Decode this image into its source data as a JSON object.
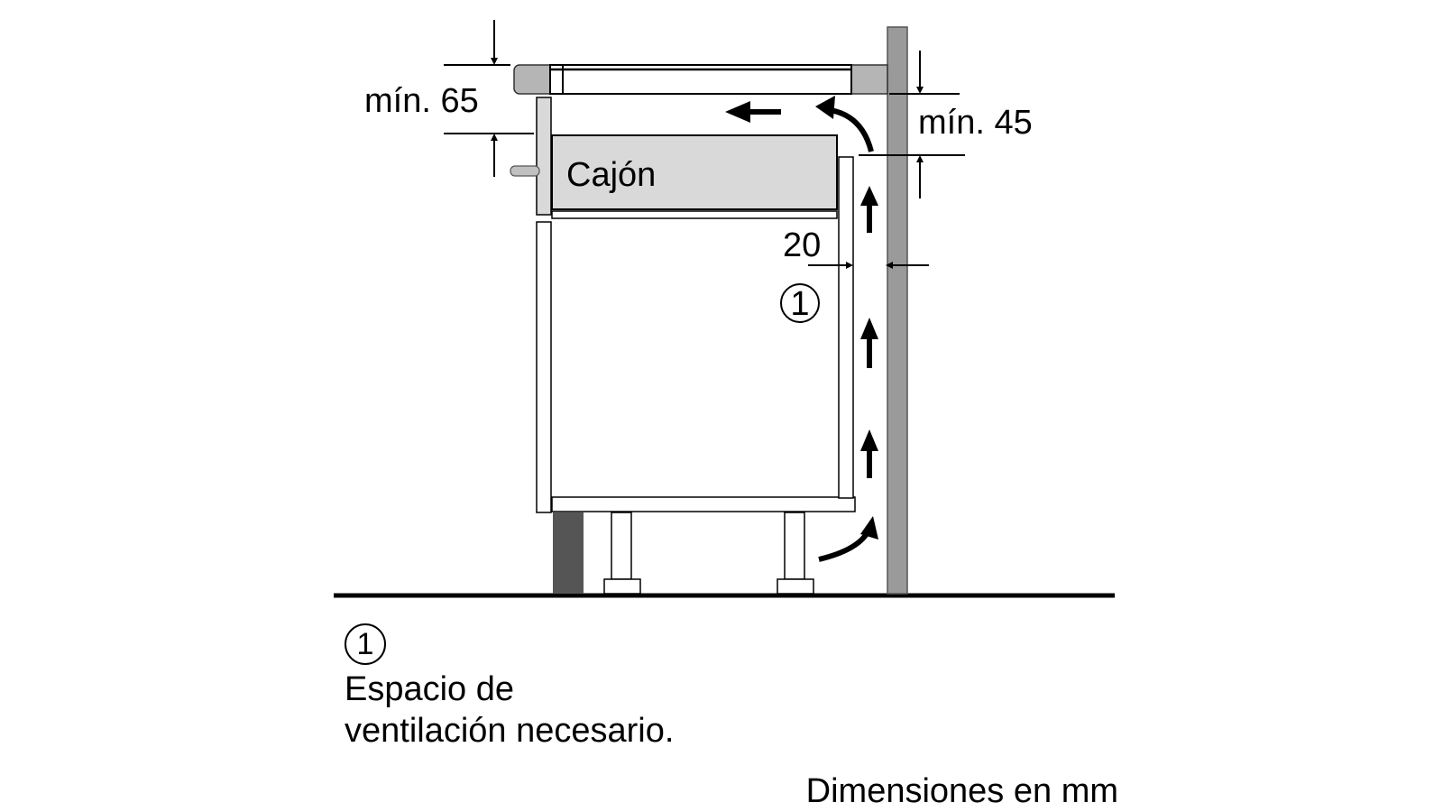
{
  "diagram": {
    "dim_top": "mín. 65",
    "dim_wall": "mín. 45",
    "dim_gap": "20",
    "drawer_label": "Cajón",
    "callout_number": "1"
  },
  "legend": {
    "number": "1",
    "line1": "Espacio de",
    "line2": "ventilación necesario."
  },
  "units_note": "Dimensiones en mm",
  "colors": {
    "wall": "#9a9a9a",
    "hob": "#b5b5b5",
    "drawer": "#d9d9d9",
    "plinth": "#555555",
    "line": "#000000"
  }
}
